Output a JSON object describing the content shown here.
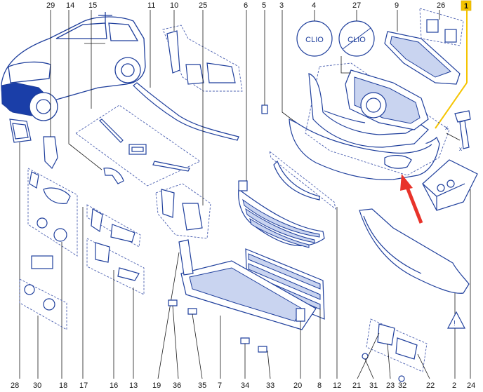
{
  "diagram": {
    "callouts_top": [
      "29",
      "14",
      "15",
      "11",
      "10",
      "25",
      "6",
      "5",
      "3",
      "4",
      "27",
      "9",
      "26",
      "1"
    ],
    "callouts_bottom": [
      "28",
      "30",
      "18",
      "17",
      "16",
      "13",
      "19",
      "36",
      "35",
      "7",
      "34",
      "33",
      "20",
      "8",
      "12",
      "21",
      "31",
      "23",
      "32",
      "22",
      "2",
      "24"
    ],
    "badges": {
      "clio_1": "CLIO",
      "clio_2": "CLIO"
    },
    "highlight_callout": "1",
    "colors": {
      "accent_yellow": "#f5c400",
      "arrow_red": "#e8332a",
      "line_blue": "#1f3f9c",
      "car_fill": "#1a3ea8"
    }
  }
}
